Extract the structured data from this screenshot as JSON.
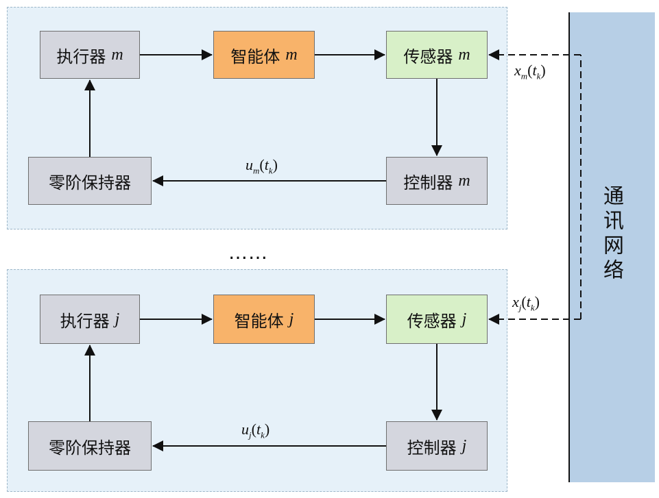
{
  "network": {
    "label": "通讯网络"
  },
  "ellipsis": "……",
  "agents": [
    {
      "index": "m",
      "actuator": "执行器",
      "agent": "智能体",
      "sensor": "传感器",
      "controller": "控制器",
      "zoh": "零阶保持器",
      "x_signal": {
        "var": "x",
        "sub": "m",
        "arg": "t",
        "argsub": "k"
      },
      "u_signal": {
        "var": "u",
        "sub": "m",
        "arg": "t",
        "argsub": "k"
      }
    },
    {
      "index": "j",
      "actuator": "执行器",
      "agent": "智能体",
      "sensor": "传感器",
      "controller": "控制器",
      "zoh": "零阶保持器",
      "x_signal": {
        "var": "x",
        "sub": "j",
        "arg": "t",
        "argsub": "k"
      },
      "u_signal": {
        "var": "u",
        "sub": "j",
        "arg": "t",
        "argsub": "k"
      }
    }
  ],
  "colors": {
    "group_bg": "#e6f1f9",
    "gray_box": "#d4d6de",
    "agent_box": "#f8b36a",
    "sensor_box": "#d8f0c8",
    "network_bg": "#b7cfe6"
  }
}
